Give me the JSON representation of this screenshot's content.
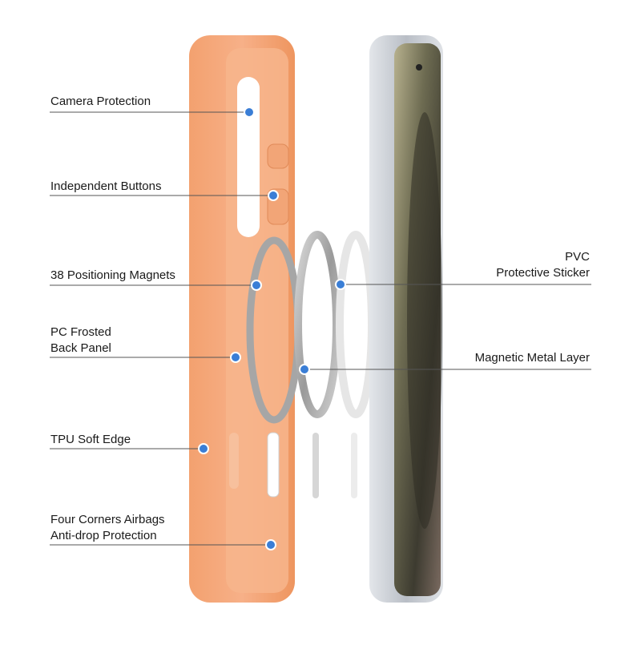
{
  "callouts": {
    "camera_protection": "Camera Protection",
    "independent_buttons": "Independent Buttons",
    "positioning_magnets": "38 Positioning Magnets",
    "back_panel_line1": "PC Frosted",
    "back_panel_line2": "Back Panel",
    "soft_edge": "TPU Soft Edge",
    "airbags_line1": "Four Corners Airbags",
    "airbags_line2": "Anti-drop Protection",
    "pvc_line1": "PVC",
    "pvc_line2": "Protective Sticker",
    "metal_layer": "Magnetic Metal Layer"
  },
  "colors": {
    "case_orange": "#f5a778",
    "case_edge": "#ee9565",
    "callout_dot": "#3a7ed6",
    "callout_line": "#555555",
    "phone_frame": "#c8ccd3",
    "screen_dark": "#4a4a3e"
  }
}
